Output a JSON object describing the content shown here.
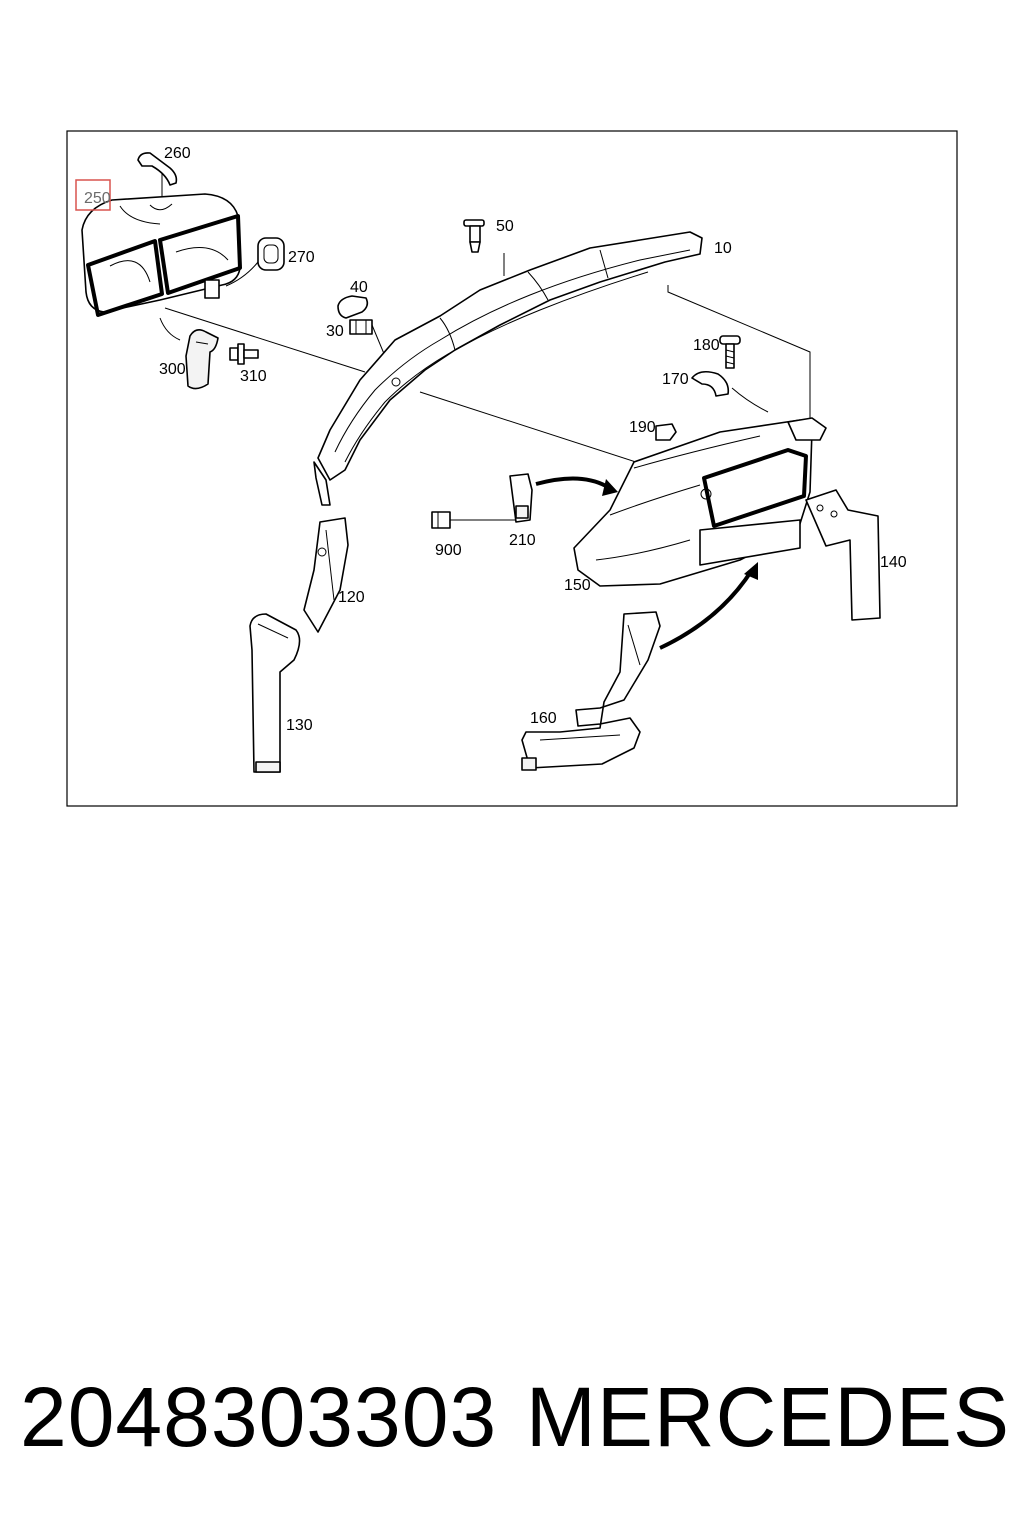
{
  "diagram": {
    "frame_color": "#000000",
    "highlight_color": "#d9534f",
    "highlighted_label": "250",
    "labels": {
      "p10": "10",
      "p30": "30",
      "p40": "40",
      "p50": "50",
      "p120": "120",
      "p130": "130",
      "p140": "140",
      "p150": "150",
      "p160": "160",
      "p170": "170",
      "p180": "180",
      "p190": "190",
      "p210": "210",
      "p250": "250",
      "p260": "260",
      "p270": "270",
      "p300": "300",
      "p310": "310",
      "p900": "900"
    }
  },
  "caption": {
    "part_number": "2048303303",
    "brand": "MERCEDES"
  }
}
